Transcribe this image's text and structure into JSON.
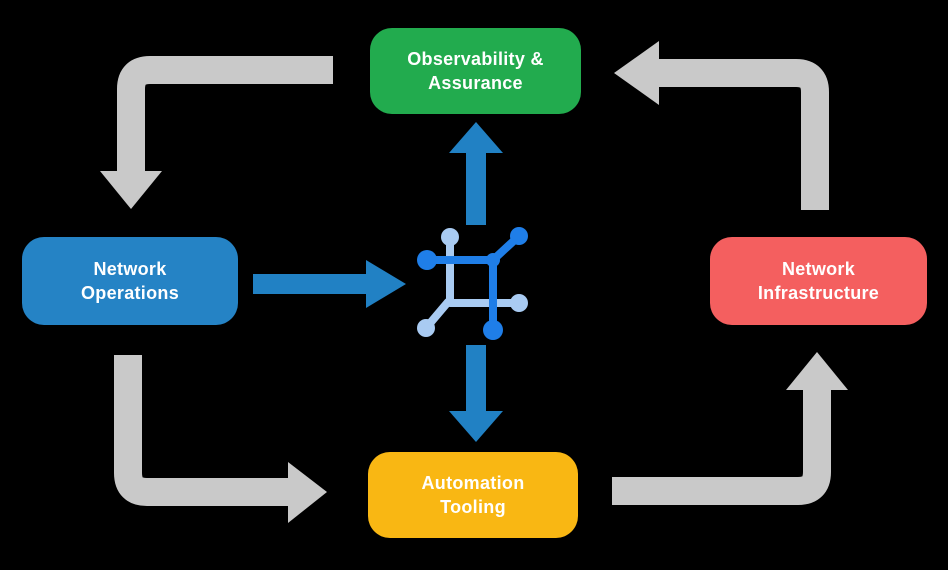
{
  "diagram": {
    "title": "network automation lifecycle diagram",
    "background": "#000000",
    "text_color": "#ffffff"
  },
  "nodes": {
    "observability": {
      "line1": "Observability &",
      "line2": "Assurance",
      "color": "#22AB4E"
    },
    "operations": {
      "line1": "Network",
      "line2": "Operations",
      "color": "#2583C5"
    },
    "infrastructure": {
      "line1": "Network",
      "line2": "Infrastructure",
      "color": "#F45F5F"
    },
    "automation": {
      "line1": "Automation",
      "line2": "Tooling",
      "color": "#F9B713"
    }
  },
  "center_icon": {
    "name": "network-hub-icon",
    "primary_color": "#1F7EE8",
    "secondary_color": "#A9CBF2"
  },
  "arrows": {
    "gray_color": "#C9C9C9",
    "blue_color": "#2181C4",
    "cycle": [
      {
        "from": "observability",
        "to": "operations"
      },
      {
        "from": "operations",
        "to": "automation"
      },
      {
        "from": "automation",
        "to": "infrastructure"
      },
      {
        "from": "infrastructure",
        "to": "observability"
      }
    ],
    "hub_links": [
      {
        "from": "operations",
        "to": "hub"
      },
      {
        "from": "hub",
        "to": "observability"
      },
      {
        "from": "hub",
        "to": "automation"
      }
    ]
  }
}
